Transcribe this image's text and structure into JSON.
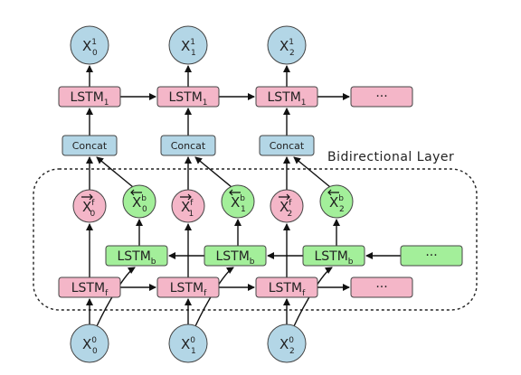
{
  "colors": {
    "pink": "#f4b6c8",
    "green": "#a3ef9a",
    "blue": "#b3d6e6",
    "stroke": "#444444"
  },
  "layer_label": "Bidirectional  Layer",
  "ellipsis": "···",
  "lstm": {
    "base": "LSTM",
    "top_sub": "1",
    "fwd_sub": "f",
    "bwd_sub": "b"
  },
  "concat_label": "Concat",
  "columns": [
    {
      "idx": "0"
    },
    {
      "idx": "1"
    },
    {
      "idx": "2"
    }
  ],
  "x_base": "X",
  "out_sup": "1",
  "in_sup": "0",
  "fwd_sup": "f",
  "bwd_sup": "b"
}
